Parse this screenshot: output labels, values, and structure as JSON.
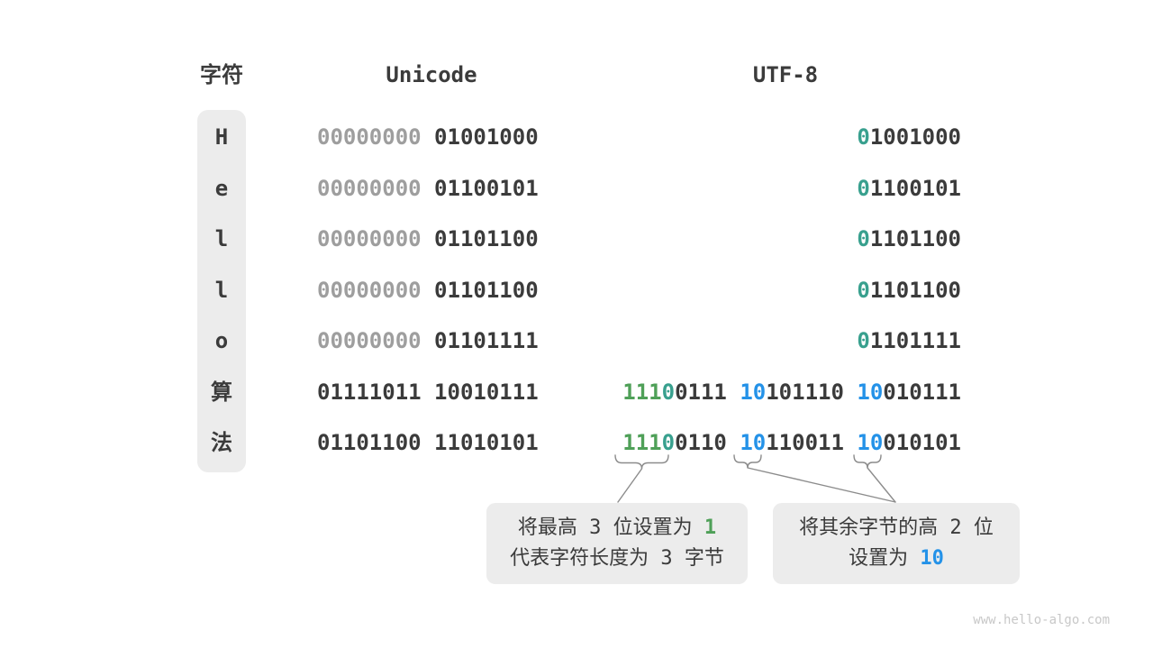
{
  "page": {
    "watermark": "www.hello-algo.com"
  },
  "colors": {
    "bg": "#ffffff",
    "dark": "#3b3b3b",
    "gray": "#9e9e9e",
    "teal": "#38a08e",
    "green": "#4fa058",
    "blue": "#2492e8",
    "line": "#8c8c8c",
    "box_bg": "#ececec",
    "watermark": "#c8c8c8"
  },
  "headers": {
    "char": "字符",
    "unicode": "Unicode",
    "utf8": "UTF-8"
  },
  "rows": [
    {
      "char": "H",
      "unicode": [
        {
          "t": "00000000",
          "c": "gray"
        },
        {
          "t": " 01001000",
          "c": "dark"
        }
      ],
      "utf8": [
        {
          "t": "0",
          "c": "teal"
        },
        {
          "t": "1001000",
          "c": "dark"
        }
      ]
    },
    {
      "char": "e",
      "unicode": [
        {
          "t": "00000000",
          "c": "gray"
        },
        {
          "t": " 01100101",
          "c": "dark"
        }
      ],
      "utf8": [
        {
          "t": "0",
          "c": "teal"
        },
        {
          "t": "1100101",
          "c": "dark"
        }
      ]
    },
    {
      "char": "l",
      "unicode": [
        {
          "t": "00000000",
          "c": "gray"
        },
        {
          "t": " 01101100",
          "c": "dark"
        }
      ],
      "utf8": [
        {
          "t": "0",
          "c": "teal"
        },
        {
          "t": "1101100",
          "c": "dark"
        }
      ]
    },
    {
      "char": "l",
      "unicode": [
        {
          "t": "00000000",
          "c": "gray"
        },
        {
          "t": " 01101100",
          "c": "dark"
        }
      ],
      "utf8": [
        {
          "t": "0",
          "c": "teal"
        },
        {
          "t": "1101100",
          "c": "dark"
        }
      ]
    },
    {
      "char": "o",
      "unicode": [
        {
          "t": "00000000",
          "c": "gray"
        },
        {
          "t": " 01101111",
          "c": "dark"
        }
      ],
      "utf8": [
        {
          "t": "0",
          "c": "teal"
        },
        {
          "t": "1101111",
          "c": "dark"
        }
      ]
    },
    {
      "char": "算",
      "unicode": [
        {
          "t": "01111011 10010111",
          "c": "dark"
        }
      ],
      "utf8": [
        {
          "t": "111",
          "c": "green"
        },
        {
          "t": "0",
          "c": "teal"
        },
        {
          "t": "0111 ",
          "c": "dark"
        },
        {
          "t": "10",
          "c": "blue"
        },
        {
          "t": "101110 ",
          "c": "dark"
        },
        {
          "t": "10",
          "c": "blue"
        },
        {
          "t": "010111",
          "c": "dark"
        }
      ]
    },
    {
      "char": "法",
      "unicode": [
        {
          "t": "01101100 11010101",
          "c": "dark"
        }
      ],
      "utf8": [
        {
          "t": "111",
          "c": "green"
        },
        {
          "t": "0",
          "c": "teal"
        },
        {
          "t": "0110 ",
          "c": "dark"
        },
        {
          "t": "10",
          "c": "blue"
        },
        {
          "t": "110011 ",
          "c": "dark"
        },
        {
          "t": "10",
          "c": "blue"
        },
        {
          "t": "010101",
          "c": "dark"
        }
      ]
    }
  ],
  "callouts": [
    {
      "lines": [
        [
          {
            "t": "将最高",
            "c": "dark"
          },
          {
            "t": " 3 ",
            "c": "num"
          },
          {
            "t": "位设置为",
            "c": "dark"
          },
          {
            "t": " 1",
            "c": "green"
          }
        ],
        [
          {
            "t": "代表字符长度为",
            "c": "dark"
          },
          {
            "t": " 3 ",
            "c": "num"
          },
          {
            "t": "字节",
            "c": "dark"
          }
        ]
      ]
    },
    {
      "lines": [
        [
          {
            "t": "将其余字节的高",
            "c": "dark"
          },
          {
            "t": " 2 ",
            "c": "num"
          },
          {
            "t": "位",
            "c": "dark"
          }
        ],
        [
          {
            "t": "设置为",
            "c": "dark"
          },
          {
            "t": " 10",
            "c": "blue"
          }
        ]
      ]
    }
  ]
}
